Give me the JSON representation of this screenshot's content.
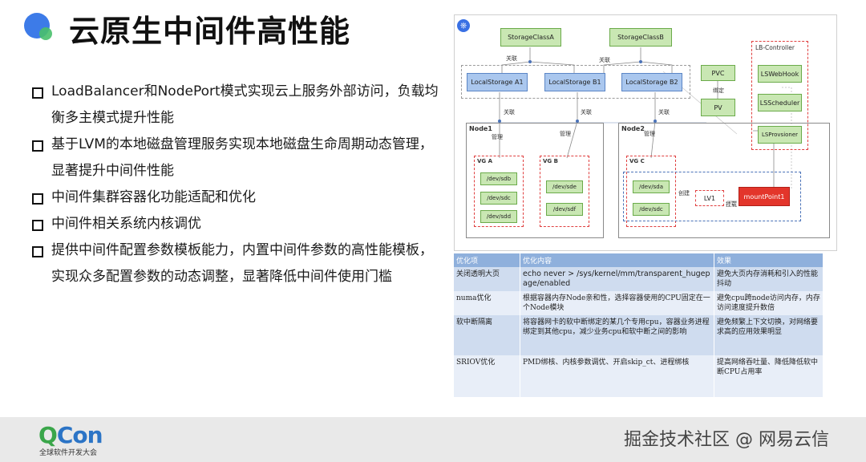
{
  "slide": {
    "title": "云原生中间件高性能",
    "bullets": [
      "LoadBalancer和NodePort模式实现云上服务外部访问，负载均衡多主模式提升性能",
      "基于LVM的本地磁盘管理服务实现本地磁盘生命周期动态管理，显著提升中间件性能",
      "中间件集群容器化功能适配和优化",
      "中间件相关系统内核调优",
      "提供中间件配置参数模板能力，内置中间件参数的高性能模板，实现众多配置参数的动态调整，显著降低中间件使用门槛"
    ]
  },
  "diagram": {
    "storage_class_a": "StorageClassA",
    "storage_class_b": "StorageClassB",
    "local_storage_a1": "LocalStorage A1",
    "local_storage_b1": "LocalStorage B1",
    "local_storage_b2": "LocalStorage B2",
    "pvc": "PVC",
    "pv": "PV",
    "lb_controller": "LB-Controller",
    "ls_webhook": "LSWebHook",
    "ls_scheduler": "LSScheduler",
    "ls_provisioner": "LSProvsioner",
    "node1": "Node1",
    "node2": "Node2",
    "vg_a": "VG A",
    "vg_b": "VG B",
    "vg_c": "VG C",
    "dev_sdb": "/dev/sdb",
    "dev_sdc": "/dev/sdc",
    "dev_sdd": "/dev/sdd",
    "dev_sde": "/dev/sde",
    "dev_sdf": "/dev/sdf",
    "dev_sda": "/dev/sda",
    "dev_sdc2": "/dev/sdc",
    "lv1": "LV1",
    "mount_point": "mountPoint1",
    "rel_a": "关联",
    "rel_b": "关联",
    "rel_c": "关联",
    "rel_d": "关联",
    "rel_e": "关联",
    "manage_1": "管理",
    "manage_2": "管理",
    "manage_3": "管理",
    "bind": "绑定",
    "create": "创建",
    "mount": "挂载"
  },
  "table": {
    "headers": [
      "优化项",
      "优化内容",
      "效果"
    ],
    "rows": [
      [
        "关闭透明大页",
        "echo never > /sys/kernel/mm/transparent_hugepage/enabled",
        "避免大页内存消耗和引入的性能抖动"
      ],
      [
        "numa优化",
        "根据容器内存Node亲和性，选择容器使用的CPU固定在一个Node模块",
        "避免cpu跨node访问内存，内存访问速度提升数倍"
      ],
      [
        "软中断隔离",
        "将容器网卡的软中断绑定的某几个专用cpu，容器业务进程绑定到其他cpu，减少业务cpu和软中断之间的影响",
        "避免频繁上下文切换，对网络要求高的应用效果明显"
      ],
      [
        "SRIOV优化",
        "PMD绑核、内核参数调优、开启skip_ct、进程绑核",
        "提高网络吞吐量、降低降低软中断CPU占用率"
      ]
    ]
  },
  "footer": {
    "brand_q": "Q",
    "brand_rest": "Con",
    "brand_sub": "全球软件开发大会",
    "watermark": "掘金技术社区 @ 网易云信"
  }
}
